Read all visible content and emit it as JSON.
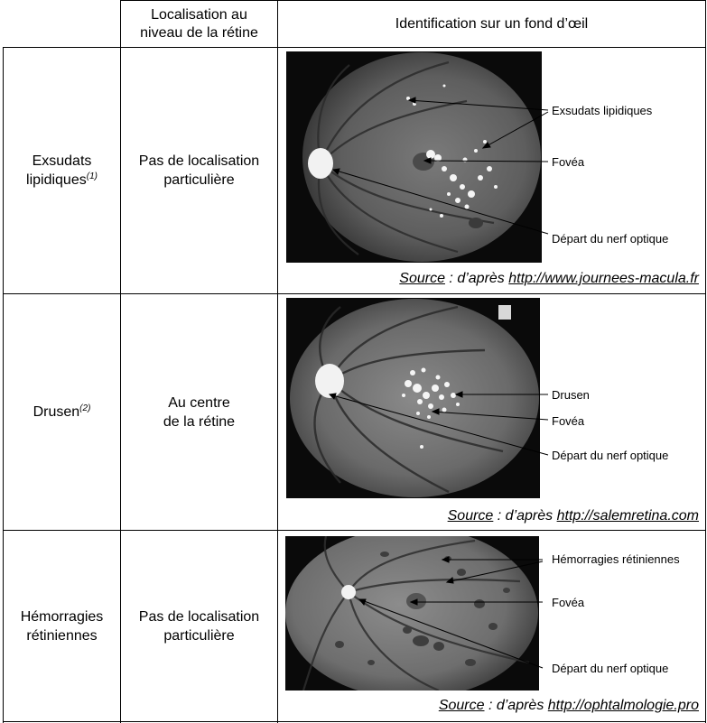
{
  "header": {
    "col2": "Localisation au\nniveau de la rétine",
    "col3": "Identification sur un fond d’œil"
  },
  "rows": [
    {
      "name": "Exsudats\nlipidiques",
      "note": "(1)",
      "localisation": "Pas de localisation\nparticulière",
      "labels": [
        "Exsudats lipidiques",
        "Fovéa",
        "Départ du nerf optique"
      ],
      "source_word": "Source",
      "source_mid": " : d’après ",
      "source_url": "http://www.journees-macula.fr"
    },
    {
      "name": "Drusen",
      "note": "(2)",
      "localisation": "Au centre\nde la rétine",
      "labels": [
        "Drusen",
        "Fovéa",
        "Départ du nerf optique"
      ],
      "source_word": "Source",
      "source_mid": " : d’après ",
      "source_url": "http://salemretina.com"
    },
    {
      "name": "Hémorragies\nrétiniennes",
      "note": "",
      "localisation": "Pas de localisation\nparticulière",
      "labels": [
        "Hémorragies rétiniennes",
        "Fovéa",
        "Départ du nerf optique"
      ],
      "source_word": "Source",
      "source_mid": " : d’après ",
      "source_url": "http://ophtalmologie.pro"
    }
  ]
}
